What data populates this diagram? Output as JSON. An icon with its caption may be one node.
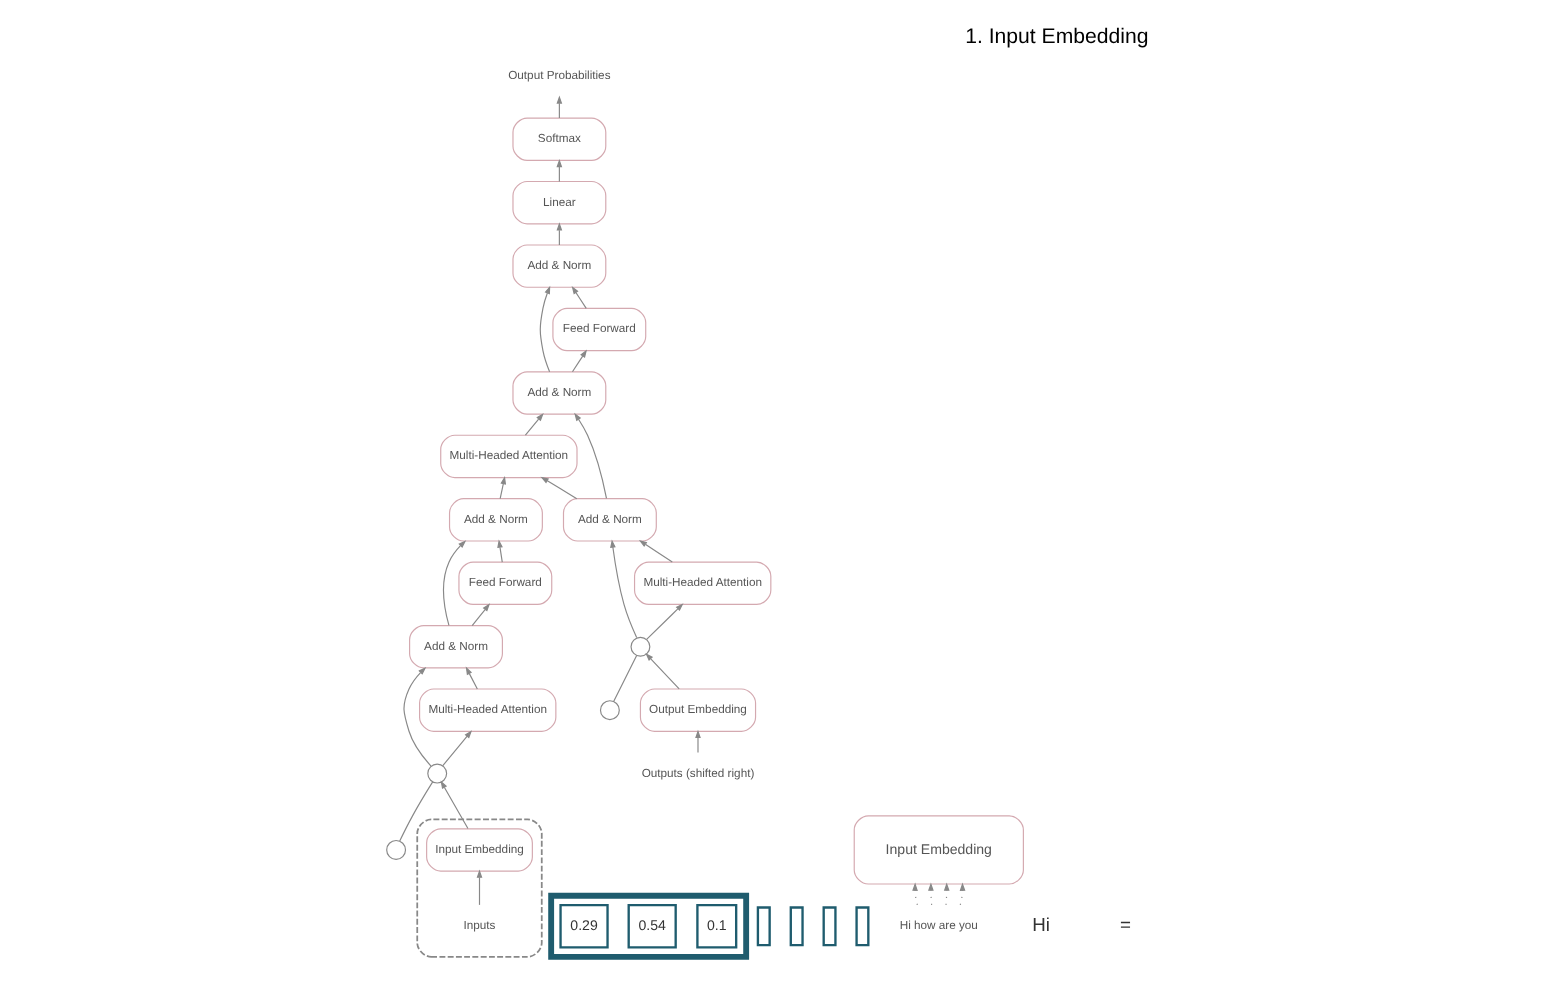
{
  "diagram": {
    "title": "1. Input Embedding",
    "nodes": [
      {
        "text": [
          "Output Probabilities"
        ]
      },
      {
        "text": [
          "Softmax"
        ]
      },
      {
        "text": [
          "Linear"
        ]
      },
      {
        "text": [
          "Add & Norm"
        ]
      },
      {
        "text": [
          "Feed Forward"
        ]
      },
      {
        "text": [
          "Add & Norm"
        ]
      },
      {
        "text": [
          "Multi-Headed Attention"
        ]
      },
      {
        "text": [
          "Add & Norm"
        ]
      },
      {
        "text": [
          "Feed Forward"
        ]
      },
      {
        "text": [
          "Add & Norm"
        ]
      },
      {
        "text": [
          "Multi-Headed Attention"
        ]
      },
      {
        "text": [
          "Add & Norm"
        ]
      },
      {
        "text": [
          "Multi-Headed Attention"
        ]
      },
      {
        "text": [],
        "shape": "circle"
      },
      {
        "text": [],
        "shape": "circle"
      },
      {
        "text": [],
        "shape": "circle"
      },
      {
        "text": [],
        "shape": "circle"
      },
      {
        "text": [],
        "shape": "box"
      },
      {
        "text": [
          "Input Embedding"
        ],
        "in": 17
      },
      {
        "text": [
          "Inputs"
        ],
        "in": 17
      },
      {
        "text": [
          "Output Embedding"
        ]
      },
      {
        "text": [
          "Outputs (shifted right)"
        ]
      },
      {
        "text": [],
        "shape": "box"
      },
      {
        "text": [
          "0.1"
        ],
        "in": 22
      },
      {
        "text": [
          "0.54"
        ],
        "in": 22
      },
      {
        "text": [
          "0.29"
        ],
        "in": 22
      },
      {
        "text": [],
        "shape": "bar"
      },
      {
        "text": [],
        "shape": "bar"
      },
      {
        "text": [],
        "shape": "bar"
      },
      {
        "text": [],
        "shape": "bar"
      },
      {
        "text": [
          "Input Embedding"
        ]
      },
      {
        "text": [
          "Hi how are you"
        ]
      }
    ],
    "edges": [
      {
        "from": 19,
        "to": 18,
        "arrow": "to"
      },
      {
        "from": 18,
        "to": 14,
        "arrow": "to"
      },
      {
        "from": 13,
        "to": 14,
        "arrow": "none"
      },
      {
        "from": 14,
        "to": 10,
        "arrow": "to"
      },
      {
        "from": 14,
        "to": 9,
        "arrow": "to"
      },
      {
        "from": 10,
        "to": 9,
        "arrow": "to"
      },
      {
        "from": 9,
        "to": 8,
        "arrow": "to"
      },
      {
        "from": 9,
        "to": 7,
        "arrow": "to"
      },
      {
        "from": 8,
        "to": 7,
        "arrow": "to"
      },
      {
        "from": 7,
        "to": 6,
        "arrow": "to"
      },
      {
        "from": 21,
        "to": 20,
        "arrow": "to"
      },
      {
        "from": 20,
        "to": 15,
        "arrow": "to"
      },
      {
        "from": 16,
        "to": 15,
        "arrow": "none"
      },
      {
        "from": 15,
        "to": 12,
        "arrow": "to"
      },
      {
        "from": 15,
        "to": 11,
        "arrow": "to"
      },
      {
        "from": 12,
        "to": 11,
        "arrow": "to"
      },
      {
        "from": 11,
        "to": 6,
        "arrow": "to"
      },
      {
        "from": 11,
        "to": 5,
        "arrow": "to"
      },
      {
        "from": 6,
        "to": 5,
        "arrow": "to"
      },
      {
        "from": 5,
        "to": 4,
        "arrow": "to"
      },
      {
        "from": 5,
        "to": 3,
        "arrow": "to"
      },
      {
        "from": 4,
        "to": 3,
        "arrow": "to"
      },
      {
        "from": 3,
        "to": 2,
        "arrow": "to"
      },
      {
        "from": 2,
        "to": 1,
        "arrow": "to"
      },
      {
        "from": 1,
        "to": 0,
        "arrow": "to"
      },
      {
        "from": 31,
        "to": 30,
        "arrow": "to",
        "style": "dashed"
      },
      {
        "from": 31,
        "to": 30,
        "arrow": "to",
        "style": "dashed"
      },
      {
        "from": 31,
        "to": 30,
        "arrow": "to",
        "style": "dashed"
      },
      {
        "from": 31,
        "to": 30,
        "arrow": "to",
        "style": "dashed"
      }
    ],
    "labels": [
      "Hi",
      "="
    ]
  }
}
